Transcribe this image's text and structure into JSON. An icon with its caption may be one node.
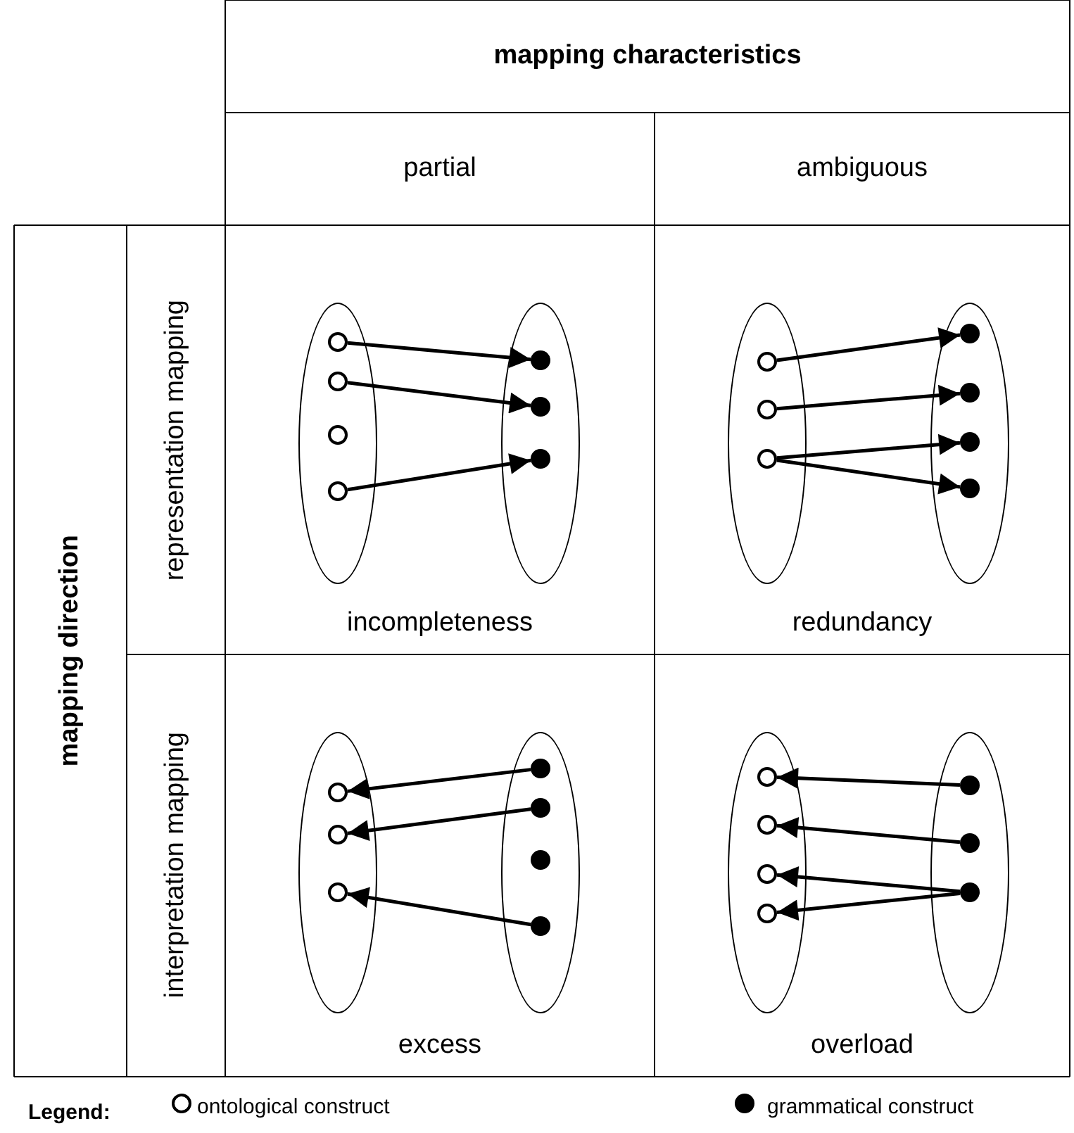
{
  "diagram": {
    "nodes": [
      {
        "text": [],
        "shape": "ellipse"
      },
      {
        "text": [],
        "shape": "circle",
        "in": 0
      },
      {
        "text": [],
        "shape": "circle",
        "in": 0
      },
      {
        "text": [],
        "shape": "circle",
        "in": 0
      },
      {
        "text": [],
        "shape": "circle",
        "in": 0
      },
      {
        "text": [],
        "shape": "ellipse"
      },
      {
        "text": [],
        "shape": "dot",
        "in": 5
      },
      {
        "text": [],
        "shape": "dot",
        "in": 5
      },
      {
        "text": [],
        "shape": "dot",
        "in": 5
      },
      {
        "text": [],
        "shape": "ellipse"
      },
      {
        "text": [],
        "shape": "circle",
        "in": 9
      },
      {
        "text": [],
        "shape": "circle",
        "in": 9
      },
      {
        "text": [],
        "shape": "circle",
        "in": 9
      },
      {
        "text": [],
        "shape": "ellipse"
      },
      {
        "text": [],
        "shape": "dot",
        "in": 13
      },
      {
        "text": [],
        "shape": "dot",
        "in": 13
      },
      {
        "text": [],
        "shape": "dot",
        "in": 13
      },
      {
        "text": [],
        "shape": "dot",
        "in": 13
      },
      {
        "text": [],
        "shape": "ellipse"
      },
      {
        "text": [],
        "shape": "circle",
        "in": 18
      },
      {
        "text": [],
        "shape": "circle",
        "in": 18
      },
      {
        "text": [],
        "shape": "circle",
        "in": 18
      },
      {
        "text": [],
        "shape": "ellipse"
      },
      {
        "text": [],
        "shape": "dot",
        "in": 22
      },
      {
        "text": [],
        "shape": "dot",
        "in": 22
      },
      {
        "text": [],
        "shape": "dot",
        "in": 22
      },
      {
        "text": [],
        "shape": "dot",
        "in": 22
      },
      {
        "text": [],
        "shape": "ellipse"
      },
      {
        "text": [],
        "shape": "circle",
        "in": 27
      },
      {
        "text": [],
        "shape": "circle",
        "in": 27
      },
      {
        "text": [],
        "shape": "circle",
        "in": 27
      },
      {
        "text": [],
        "shape": "circle",
        "in": 27
      },
      {
        "text": [],
        "shape": "ellipse"
      },
      {
        "text": [],
        "shape": "dot",
        "in": 32
      },
      {
        "text": [],
        "shape": "dot",
        "in": 32
      },
      {
        "text": [],
        "shape": "dot",
        "in": 32
      }
    ],
    "edges": [
      {
        "from": 1,
        "to": 6,
        "arrow": "to"
      },
      {
        "from": 2,
        "to": 7,
        "arrow": "to"
      },
      {
        "from": 4,
        "to": 8,
        "arrow": "to"
      },
      {
        "from": 10,
        "to": 14,
        "arrow": "to"
      },
      {
        "from": 11,
        "to": 15,
        "arrow": "to"
      },
      {
        "from": 12,
        "to": 16,
        "arrow": "to"
      },
      {
        "from": 12,
        "to": 17,
        "arrow": "to"
      },
      {
        "from": 23,
        "to": 19,
        "arrow": "to"
      },
      {
        "from": 24,
        "to": 20,
        "arrow": "to"
      },
      {
        "from": 26,
        "to": 21,
        "arrow": "to"
      },
      {
        "from": 33,
        "to": 28,
        "arrow": "to"
      },
      {
        "from": 34,
        "to": 29,
        "arrow": "to"
      },
      {
        "from": 35,
        "to": 30,
        "arrow": "to"
      },
      {
        "from": 35,
        "to": 31,
        "arrow": "to"
      }
    ],
    "labels": [
      "mapping characteristics",
      "partial",
      "ambiguous",
      "mapping direction",
      "representation mapping",
      "incompleteness",
      "redundancy",
      "interpretation mapping",
      "excess",
      "overload",
      "Legend:"
    ],
    "legend": [
      {
        "text": "ontological construct"
      },
      {
        "text": "grammatical construct"
      }
    ]
  }
}
